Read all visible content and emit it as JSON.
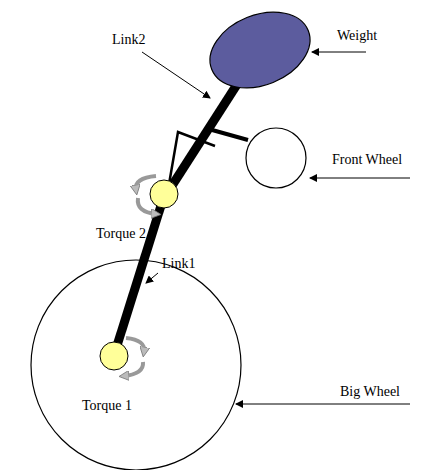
{
  "diagram": {
    "labels": [
      "Weight",
      "Link2",
      "Front Wheel",
      "Torque 2",
      "Link1",
      "Big Wheel",
      "Torque 1"
    ]
  }
}
